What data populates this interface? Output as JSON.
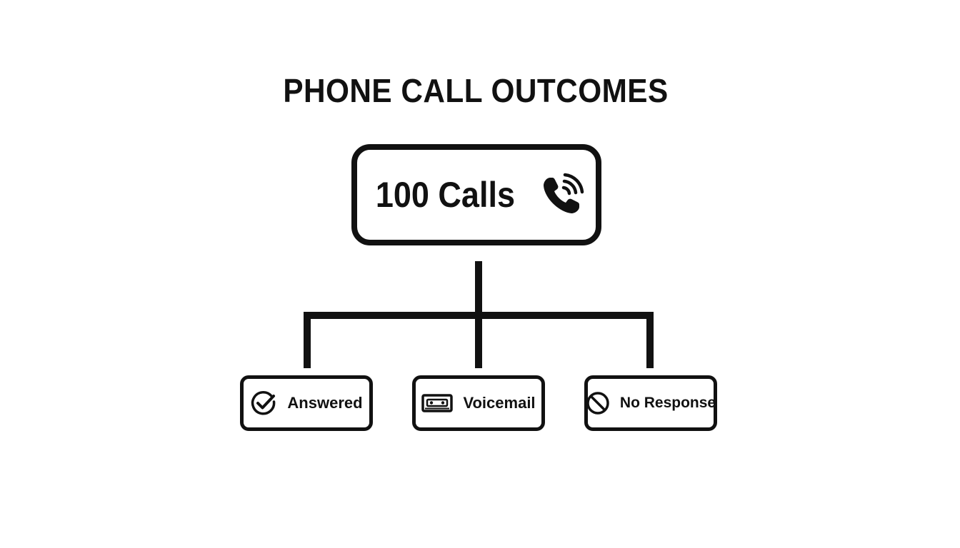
{
  "title": "PHONE CALL OUTCOMES",
  "root": {
    "label": "100 Calls",
    "icon": "phone-ringing-icon"
  },
  "outcomes": [
    {
      "label": "Answered",
      "icon": "check-circle-icon"
    },
    {
      "label": "Voicemail",
      "icon": "cassette-tape-icon"
    },
    {
      "label": "No Response",
      "icon": "no-entry-icon"
    }
  ],
  "colors": {
    "stroke": "#111111",
    "background": "#ffffff"
  }
}
